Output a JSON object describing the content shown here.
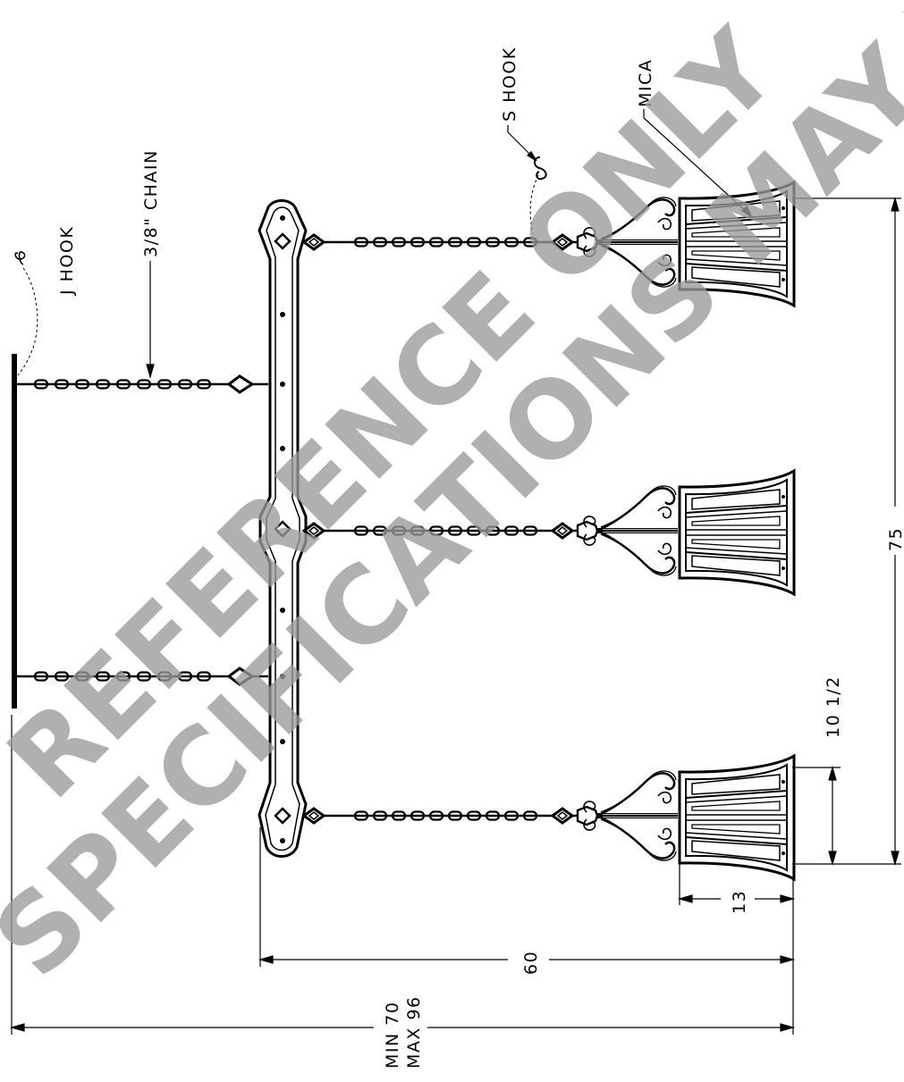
{
  "labels": {
    "j_hook": "J HOOK",
    "chain": "3/8\" CHAIN",
    "s_hook": "S HOOK",
    "mica": "MICA"
  },
  "dimensions": {
    "overall_height": "75",
    "shade_height": "10 1/2",
    "shade_width": "13",
    "bar_length": "60",
    "total_min": "MIN 70",
    "total_max": "MAX 96"
  },
  "watermark": {
    "line1": "REFERENCE ONLY",
    "line2": "SPECIFICATIONS MAY VARY",
    "color": "#9a9a9a"
  }
}
